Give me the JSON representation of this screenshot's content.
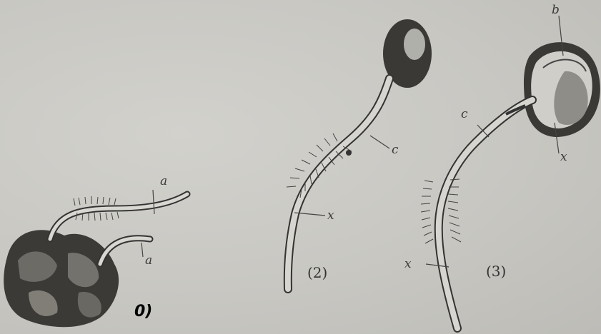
{
  "figure": {
    "caption_1": "0)",
    "caption_2": "(2)",
    "caption_3": "(3)"
  },
  "labels": {
    "fig1_root_hair": "a",
    "fig1_tip": "a",
    "fig2_c": "c",
    "fig2_x": "x",
    "fig3_b": "b",
    "fig3_c": "c",
    "fig3_x_seed": "x",
    "fig3_x_root": "x"
  }
}
